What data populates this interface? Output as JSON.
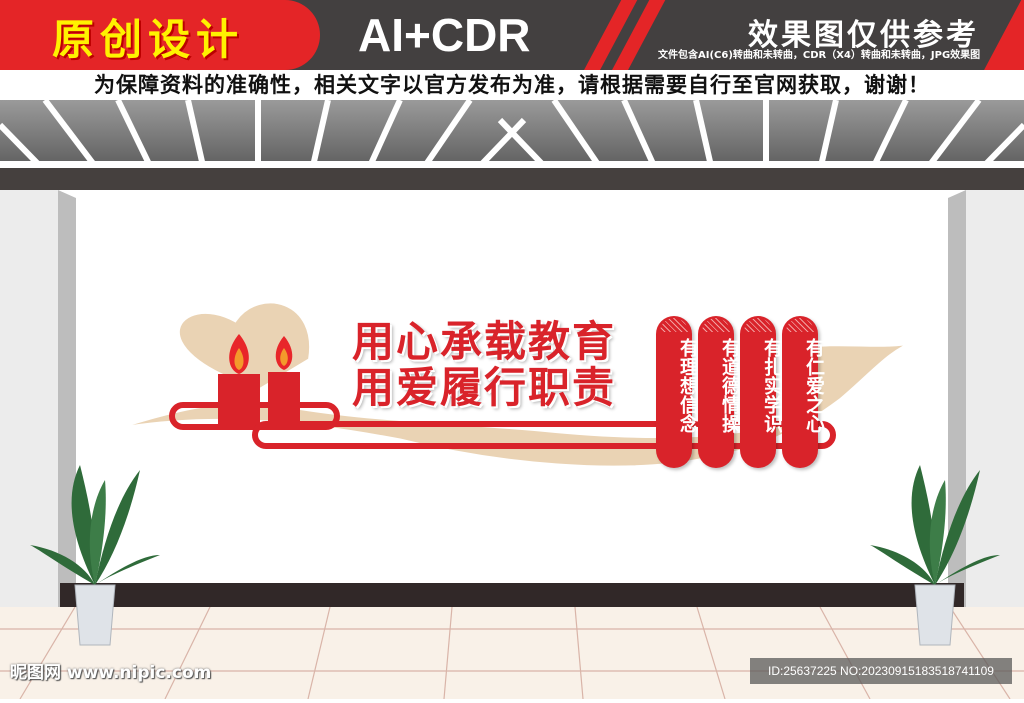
{
  "header": {
    "brand_label": "原创设计",
    "format_label": "AI+CDR",
    "preview_note": "效果图仅供参考",
    "file_info": "文件包含AI(C6)转曲和未转曲，CDR（X4）转曲和未转曲，JPG效果图",
    "disclaimer": "为保障资料的准确性，相关文字以官方发布为准，请根据需要自行至官网获取，谢谢！"
  },
  "signage": {
    "slogan_line1": "用心承载教育",
    "slogan_line2": "用爱履行职责",
    "pillars": [
      {
        "text": "有理想信念"
      },
      {
        "text": "有道德情操"
      },
      {
        "text": "有扎实学识"
      },
      {
        "text": "有仁爱之心"
      }
    ],
    "icon": "candles-icon"
  },
  "watermark": {
    "site_label": "昵图网 www.nipic.com",
    "id_label": "ID:25637225 NO:20230915183518741109"
  },
  "colors": {
    "brand_red": "#e42527",
    "banner_dark": "#434040",
    "title_yellow": "#fff200",
    "sign_red": "#d9232a",
    "ribbon_beige": "#ead3b4",
    "floor": "#f9f1e8"
  }
}
